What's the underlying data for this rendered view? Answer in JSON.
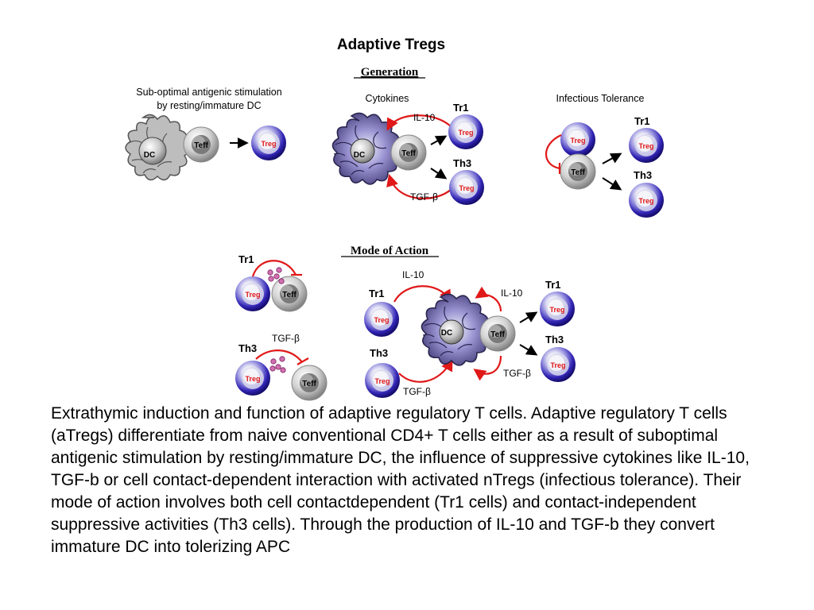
{
  "title": "Adaptive Tregs",
  "generation": {
    "heading": "Generation",
    "panel1": {
      "label_line1": "Sub-optimal antigenic stimulation",
      "label_line2": "by resting/immature DC"
    },
    "panel2": {
      "label": "Cytokines",
      "il10": "IL-10",
      "tgfb": "TGF-β"
    },
    "panel3": {
      "label": "Infectious Tolerance"
    }
  },
  "mode_of_action": {
    "heading": "Mode of Action",
    "tgfb": "TGF-β",
    "il10": "IL-10"
  },
  "cells": {
    "dc": "DC",
    "teff": "Teff",
    "treg": "Treg",
    "tr1": "Tr1",
    "th3": "Th3"
  },
  "caption": "Extrathymic induction and function of adaptive regulatory T cells. Adaptive regulatory T cells (aTregs) differentiate from naive conventional CD4+ T cells either as a result of suboptimal antigenic stimulation by resting/immature DC, the influence of suppressive cytokines like IL-10, TGF-b or cell contact-dependent interaction with activated nTregs (infectious tolerance). Their mode of action involves both cell contactdependent (Tr1 cells) and contact-independent suppressive activities (Th3 cells). Through the production of IL-10 and TGF-b they convert immature DC into tolerizing APC"
}
